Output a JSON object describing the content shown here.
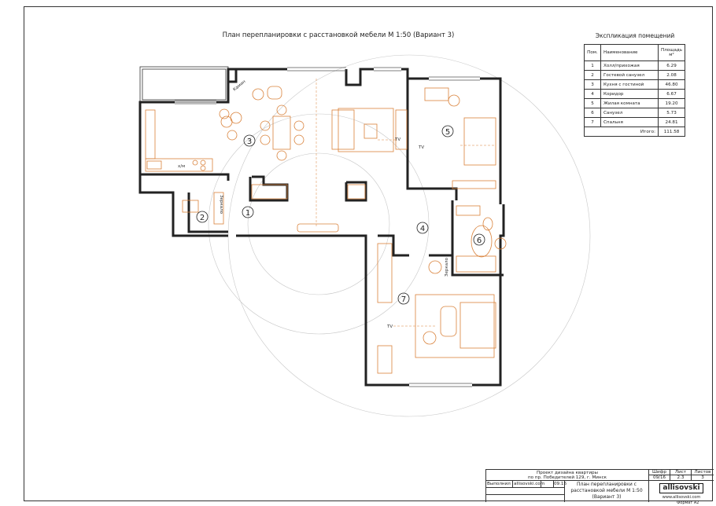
{
  "title": "План перепланировки с расстановкой мебели М 1:50 (Вариант 3)",
  "explication": {
    "title": "Экспликация помещений",
    "headers": {
      "num": "Пом.",
      "name": "Наименование",
      "area": "Площадь м²"
    },
    "rows": [
      {
        "num": "1",
        "name": "Холл/прихожая",
        "area": "6.29"
      },
      {
        "num": "2",
        "name": "Гостевой санузел",
        "area": "2.08"
      },
      {
        "num": "3",
        "name": "Кухня с гостиной",
        "area": "46.80"
      },
      {
        "num": "4",
        "name": "Коридор",
        "area": "6.67"
      },
      {
        "num": "5",
        "name": "Жилая комната",
        "area": "19.20"
      },
      {
        "num": "6",
        "name": "Санузел",
        "area": "5.73"
      },
      {
        "num": "7",
        "name": "Спальня",
        "area": "24.81"
      }
    ],
    "total_label": "Итого:",
    "total": "111.58"
  },
  "plan": {
    "rooms": [
      "1",
      "2",
      "3",
      "4",
      "5",
      "6",
      "7"
    ],
    "labels": {
      "fireplace": "Камин",
      "tv": "TV",
      "mirror": "Зеркало",
      "fridge": "х/м"
    }
  },
  "title_block": {
    "project_line1": "Проект дизайна квартиры",
    "project_line2": "по пр. Победителей 129, г. Минск",
    "code_label": "Шифр",
    "code": "09/16",
    "sheet_label": "Лист",
    "sheet": "2.3",
    "sheets_label": "Листов",
    "sheets": "3",
    "performed_label": "Выполнил",
    "performer": "allisovski.com",
    "date": "09.16",
    "drawing_line1": "План перепланировки с",
    "drawing_line2": "расстановкой мебели М 1:50",
    "drawing_line3": "(Вариант 3)",
    "logo": "allisovski",
    "website": "www.allisovski.com",
    "format": "Формат А2"
  },
  "colors": {
    "wall": "#222222",
    "furniture": "#d9823b",
    "guide": "#bbbbbb"
  }
}
